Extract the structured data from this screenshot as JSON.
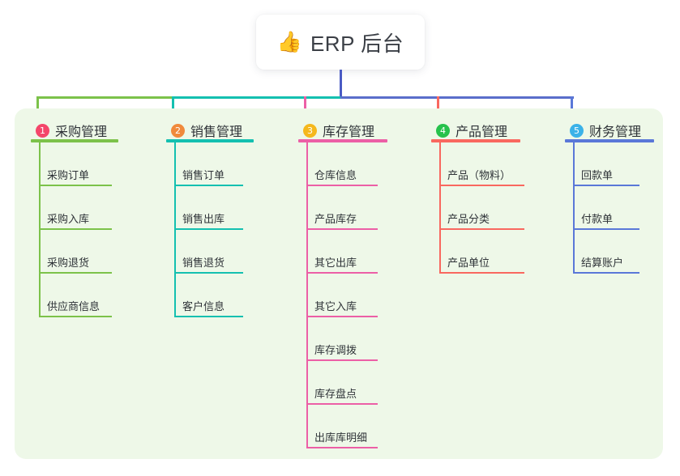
{
  "root": {
    "icon": "thumbs-up-icon",
    "emoji": "👍",
    "title": "ERP 后台"
  },
  "colors": {
    "panel_bg": "#eef8e8",
    "center_stem": "#4a5bc4",
    "bus_left": "#7cc24a",
    "bus_mid": "#14c0b0",
    "bus_right": "#5a6ecb"
  },
  "columns": [
    {
      "number": "1",
      "title": "采购管理",
      "badge_color": "#f4466a",
      "line_color": "#7cc24a",
      "items": [
        "采购订单",
        "采购入库",
        "采购退货",
        "供应商信息"
      ]
    },
    {
      "number": "2",
      "title": "销售管理",
      "badge_color": "#f08a3c",
      "line_color": "#14c0b0",
      "items": [
        "销售订单",
        "销售出库",
        "销售退货",
        "客户信息"
      ]
    },
    {
      "number": "3",
      "title": "库存管理",
      "badge_color": "#f5b81d",
      "line_color": "#ec5fa6",
      "items": [
        "仓库信息",
        "产品库存",
        "其它出库",
        "其它入库",
        "库存调拨",
        "库存盘点",
        "出库库明细"
      ]
    },
    {
      "number": "4",
      "title": "产品管理",
      "badge_color": "#27c24c",
      "line_color": "#f9685f",
      "items": [
        "产品（物料）",
        "产品分类",
        "产品单位"
      ]
    },
    {
      "number": "5",
      "title": "财务管理",
      "badge_color": "#3bb2e8",
      "line_color": "#5a78d8",
      "items": [
        "回款单",
        "付款单",
        "结算账户"
      ]
    }
  ]
}
